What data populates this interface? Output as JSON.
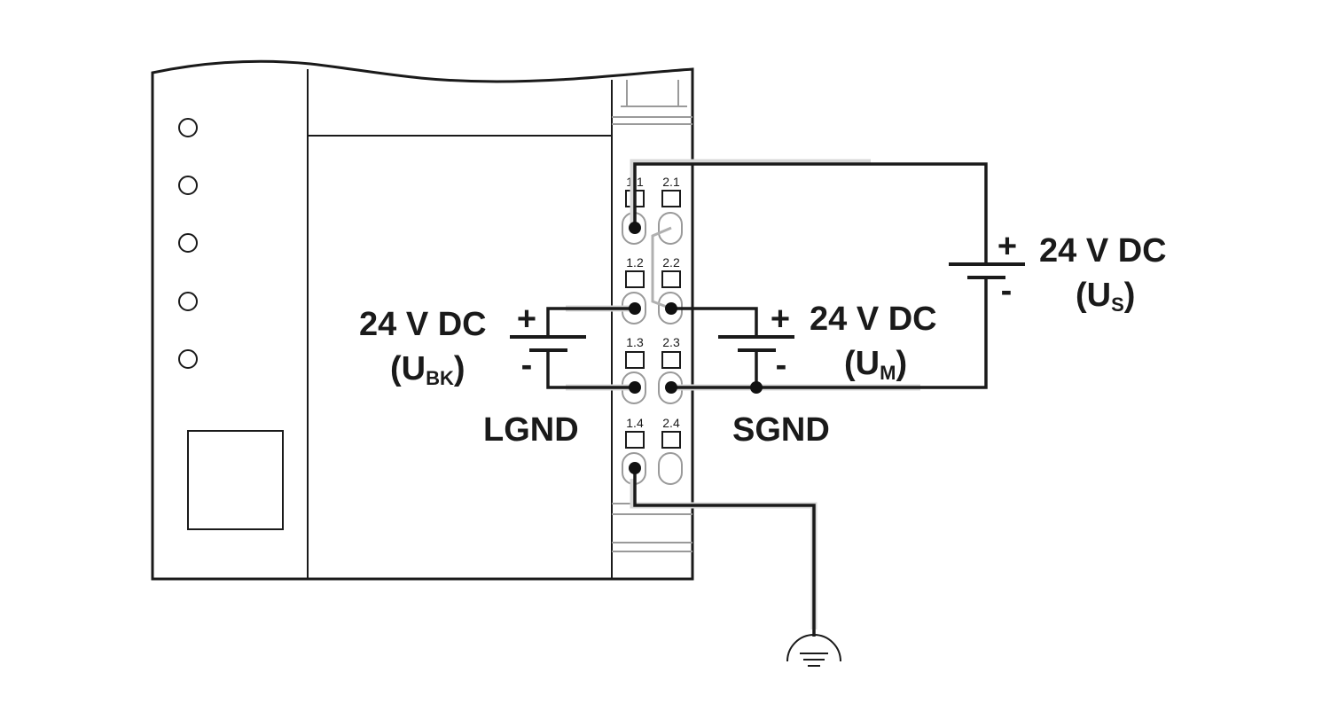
{
  "terminals": {
    "t11": "1.1",
    "t21": "2.1",
    "t12": "1.2",
    "t22": "2.2",
    "t13": "1.3",
    "t23": "2.3",
    "t14": "1.4",
    "t24": "2.4"
  },
  "supply_us": {
    "plus": "+",
    "minus": "-",
    "voltage": "24 V DC",
    "paren_open": "(U",
    "subscript": "S",
    "paren_close": ")"
  },
  "supply_ubk": {
    "plus": "+",
    "minus": "-",
    "voltage": "24 V DC",
    "paren_open": "(U",
    "subscript": "BK",
    "paren_close": ")"
  },
  "supply_um": {
    "plus": "+",
    "minus": "-",
    "voltage": "24 V DC",
    "paren_open": "(U",
    "subscript": "M",
    "paren_close": ")"
  },
  "labels": {
    "lgnd": "LGND",
    "sgnd": "SGND"
  }
}
